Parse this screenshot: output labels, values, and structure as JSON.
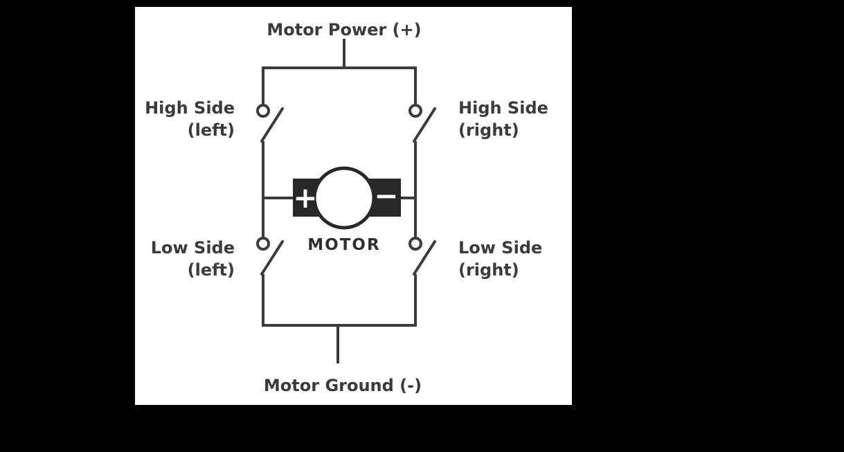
{
  "diagram": {
    "type": "circuit-schematic",
    "subject": "h-bridge-motor-driver",
    "labels": {
      "power": "Motor Power (+)",
      "ground": "Motor Ground (-)",
      "high_left": {
        "line1": "High Side",
        "line2": "(left)"
      },
      "high_right": {
        "line1": "High Side",
        "line2": "(right)"
      },
      "low_left": {
        "line1": "Low Side",
        "line2": "(left)"
      },
      "low_right": {
        "line1": "Low Side",
        "line2": "(right)"
      },
      "motor": "MOTOR",
      "motor_positive": "+",
      "motor_negative": "−"
    },
    "colors": {
      "page_background": "#000000",
      "canvas": "#ffffff",
      "line": "#3b3b3b",
      "motor_block": "#282828",
      "motor_terminal_text": "#ffffff"
    }
  }
}
